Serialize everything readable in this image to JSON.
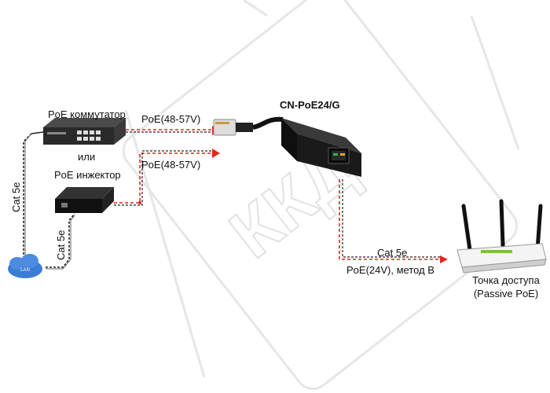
{
  "title": "CN-PoE24/G",
  "devices": {
    "switch_label": "PoE коммутатор",
    "or_label": "или",
    "injector_label": "PoE инжектор",
    "cloud_label": "LAN",
    "ap_label_line1": "Точка доступа",
    "ap_label_line2": "(Passive PoE)"
  },
  "links": {
    "poe_in_1": "PoE(48-57V)",
    "poe_in_2": "PoE(48-57V)",
    "cable_left": "Cat 5e",
    "cable_bottom": "Cat 5e",
    "cable_out": "Cat 5e",
    "poe_out": "PoE(24V), метод B"
  },
  "watermark": "ККД",
  "colors": {
    "poe_red": "#e0261f",
    "cable": "#222222",
    "watermark": "#e7e7e7",
    "device_dark": "#1a1a1a",
    "cloud_blue": "#3a7bd5"
  }
}
